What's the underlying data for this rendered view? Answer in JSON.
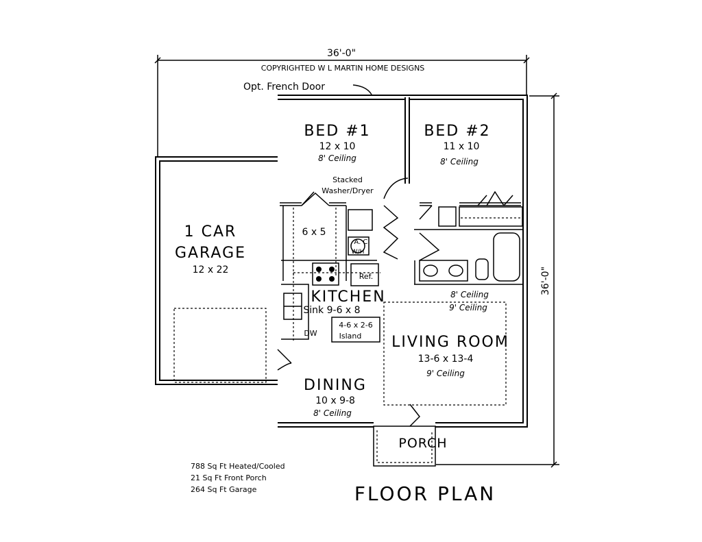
{
  "dimensions": {
    "width": "36'-0\"",
    "depth": "36'-0\""
  },
  "copyright": "COPYRIGHTED W L MARTIN HOME DESIGNS",
  "note_french_door": "Opt. French Door",
  "rooms": {
    "bed1": {
      "name": "BED #1",
      "size": "12 x 10",
      "ceiling": "8' Ceiling"
    },
    "bed2": {
      "name": "BED #2",
      "size": "11 x 10",
      "ceiling": "8' Ceiling"
    },
    "garage": {
      "name1": "1 CAR",
      "name2": "GARAGE",
      "size": "12 x 22"
    },
    "closet": {
      "size": "6 x 5"
    },
    "laundry": {
      "label1": "Stacked",
      "label2": "Washer/Dryer",
      "ac1": "A. C.",
      "ac2": "W/H"
    },
    "kitchen": {
      "name": "KITCHEN",
      "size": "Sink  9-6 x 8",
      "ref": "Ref.",
      "dw": "DW",
      "island_size": "4-6 x 2-6",
      "island": "Island"
    },
    "living": {
      "name": "LIVING ROOM",
      "size": "13-6 x 13-4",
      "ceiling": "9' Ceiling",
      "ceiling_note1": "8' Ceiling",
      "ceiling_note2": "9' Ceiling"
    },
    "dining": {
      "name": "DINING",
      "size": "10 x 9-8",
      "ceiling": "8' Ceiling"
    },
    "porch": {
      "name": "PORCH"
    }
  },
  "areas": [
    "788 Sq Ft Heated/Cooled",
    "21 Sq Ft Front Porch",
    "264 Sq Ft Garage"
  ],
  "title": "FLOOR PLAN"
}
